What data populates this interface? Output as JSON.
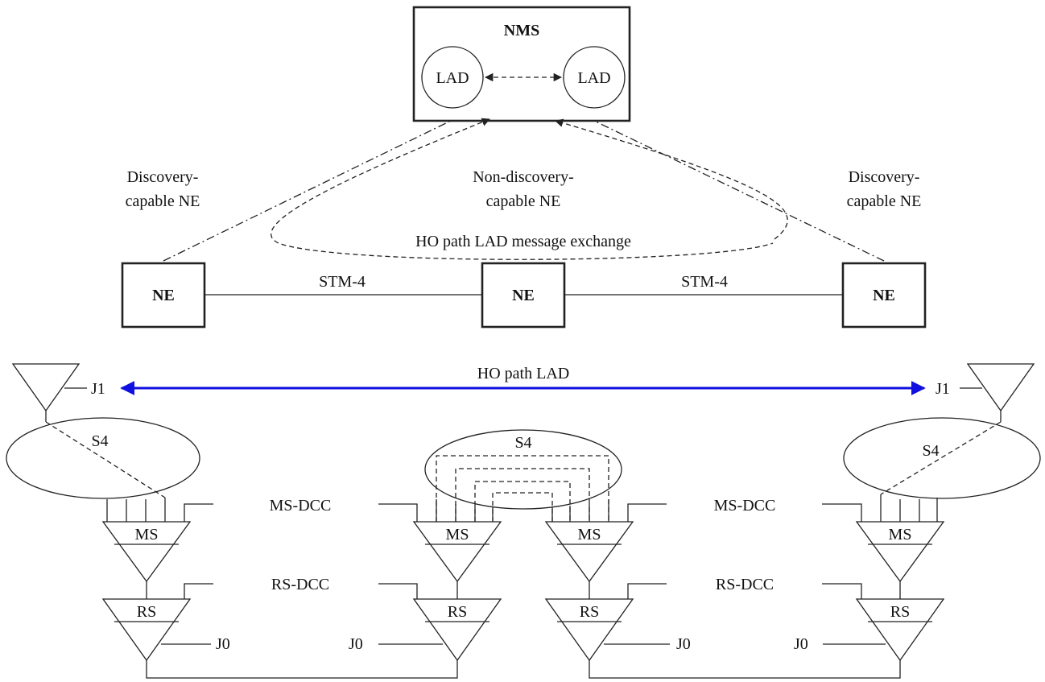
{
  "nms": {
    "title": "NMS",
    "lad_left": "LAD",
    "lad_right": "LAD"
  },
  "nodes": {
    "left": {
      "label": "NE",
      "annotation_line1": "Discovery-",
      "annotation_line2": "capable NE"
    },
    "center": {
      "label": "NE",
      "annotation_line1": "Non-discovery-",
      "annotation_line2": "capable NE"
    },
    "right": {
      "label": "NE",
      "annotation_line1": "Discovery-",
      "annotation_line2": "capable NE"
    }
  },
  "links": {
    "left_link": "STM-4",
    "right_link": "STM-4"
  },
  "message_exchange": {
    "label": "HO path LAD message exchange"
  },
  "ho_path": {
    "label": "HO path LAD",
    "color": "#1010e0"
  },
  "layers": {
    "j1_left": "J1",
    "j1_right": "J1",
    "s4_left": "S4",
    "s4_center": "S4",
    "s4_right": "S4",
    "ms_left": "MS",
    "ms_center_left": "MS",
    "ms_center_right": "MS",
    "ms_right": "MS",
    "rs_left": "RS",
    "rs_center_left": "RS",
    "rs_center_right": "RS",
    "rs_right": "RS",
    "ms_dcc_left": "MS-DCC",
    "ms_dcc_right": "MS-DCC",
    "rs_dcc_left": "RS-DCC",
    "rs_dcc_right": "RS-DCC",
    "j0_1": "J0",
    "j0_2": "J0",
    "j0_3": "J0",
    "j0_4": "J0"
  },
  "icons": {
    "arrowhead": "filled-triangle"
  }
}
